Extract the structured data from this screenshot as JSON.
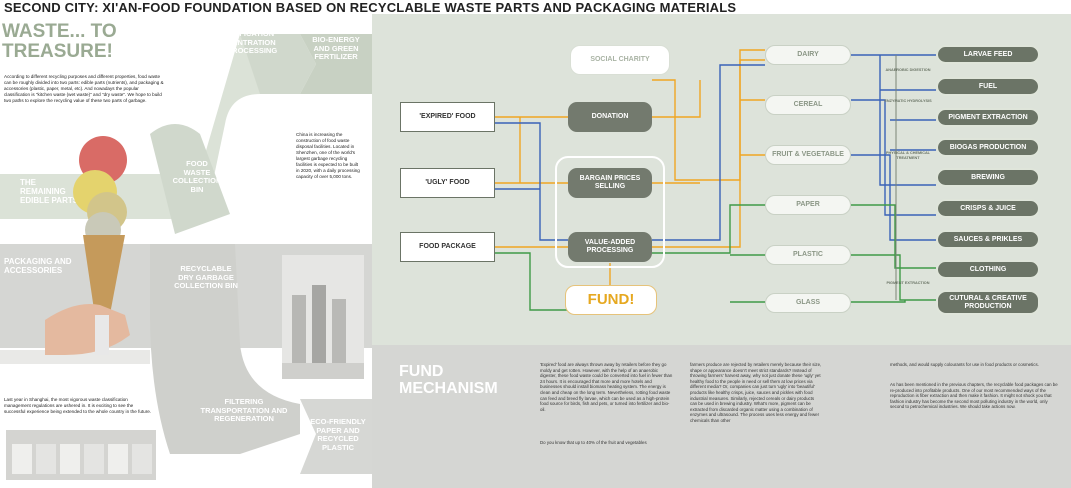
{
  "title": "SECOND CITY: XI'AN-FOOD FOUNDATION BASED ON RECYCLABLE WASTE PARTS AND PACKAGING MATERIALS",
  "hero": {
    "line1": "WASTE... TO",
    "line2": "TREASURE!"
  },
  "intro_text": "According to different recycling purposes and different properties, food waste can be roughly divided into two parts: edible parts (nutrients), and packaging & accessories (plastic, paper, metal, etc). And nowadays the popular classification is \"kitchen waste (wet waste)\" and \"dry waste\". We hope to build two paths to explore the recycling value of these two parts of garbage.",
  "left_labels": {
    "remaining": "THE REMAINING EDIBLE PARTS",
    "packaging": "PACKAGING AND ACCESSORIES"
  },
  "stages": {
    "s1": "CLASSIFICATION CONCENTRATION AND PROCESSING",
    "s2": "BIO-ENERGY AND GREEN FERTILIZER",
    "s3": "FOOD WASTE COLLECTION BIN",
    "s4": "RECYCLABLE DRY GARBAGE COLLECTION BIN",
    "s5": "FILTERING TRANSPORTATION AND REGENERATION",
    "s6": "ECO-FRIENDLY PAPER AND RECYCLED PLASTIC"
  },
  "china_text": "China is increasing the construction of food waste disposal facilities. Located in Shenzhen, one of the world's largest garbage recycling facilities is expected to be built in 2020, with a daily processing capacity of over 5,000 tons.",
  "shanghai_text": "Last year in Shanghai, the most vigorous waste classification management regulations are ushered in. It is exciting to see the successful experience being extended to the whole country in the future.",
  "sources": [
    "'EXPIRED' FOOD",
    "'UGLY' FOOD",
    "FOOD PACKAGE"
  ],
  "process": [
    "DONATION",
    "BARGAIN PRICES SELLING",
    "VALUE-ADDED PROCESSING"
  ],
  "social": "SOCIAL CHARITY",
  "fund": "FUND!",
  "categories": [
    "DAIRY",
    "CEREAL",
    "FRUIT & VEGETABLE",
    "PAPER",
    "PLASTIC",
    "GLASS"
  ],
  "outputs": [
    "LARVAE FEED",
    "FUEL",
    "PIGMENT EXTRACTION",
    "BIOGAS PRODUCTION",
    "BREWING",
    "CRISPS & JUICE",
    "SAUCES & PRIKLES",
    "CLOTHING",
    "CUTURAL & CREATIVE PRODUCTION"
  ],
  "mini_labels": [
    "ANAEROBIC DIGESTION",
    "ENZYMATIC HYDROLYSIS",
    "PHYSICAL & CHEMICAL TREATMENT",
    "PIGMENT EXTRACTION"
  ],
  "fund_mech": {
    "line1": "FUND",
    "line2": "MECHANISM"
  },
  "mech_text": {
    "col1": "'Expired' food are always thrown away by retailers before they go moldy and get rotten. However, with the help of an anaerobic digester, these food waste could be converted into fuel in fewer than 24 hours. It is encouraged that more and more hotels and businesses should install biomass heating system. The energy is clean and cheap on the long term. Nevertheless, rotting food waste can feed and breed fly larvae, which can be used as a high-protein food source for birds, fish and pets, or turned into fertilizer and bio-oil.",
    "col1b": "Do you know that up to 40% of the fruit and vegetables",
    "col2": "farmers produce are rejected by retailers merely because their size, shape or appearance doesn't meet strict standards? Instead of throwing farmers' harvest away, why not just donate these 'ugly' yet healthy food to the people in need or sell them at low prices via different media? Or, companies can just turn 'ugly' into 'beautiful' products like healthy crisps, juice, sauces and pickles with food industrial measures. Similarly, rejected cereals or dairy products can be used in brewing industry. What's more, pigment can be extracted from discarded organic matter using a combination of enzymes and ultrasound. The process uses less energy and fewer chemicals than other",
    "col3": "methods, and would supply colourants for use in food products or cosmetics.",
    "col3b": "As has been mentioned in the previous chapters, the recyclable food packages can be re-produced into profitable products. One of our most recommended ways of the reproduction is fiber extraction and then make it fashion. It might not shock you that fashion industry has become the second most polluting industry in the world, only second to petrochemical industries. We should take actions now."
  },
  "colors": {
    "green_panel": "#dde3da",
    "dark_box": "#737a6e",
    "orange_line": "#f0a623",
    "blue_line": "#3a63b8",
    "green_line": "#3f9a47",
    "gray_line": "#7a8475"
  }
}
